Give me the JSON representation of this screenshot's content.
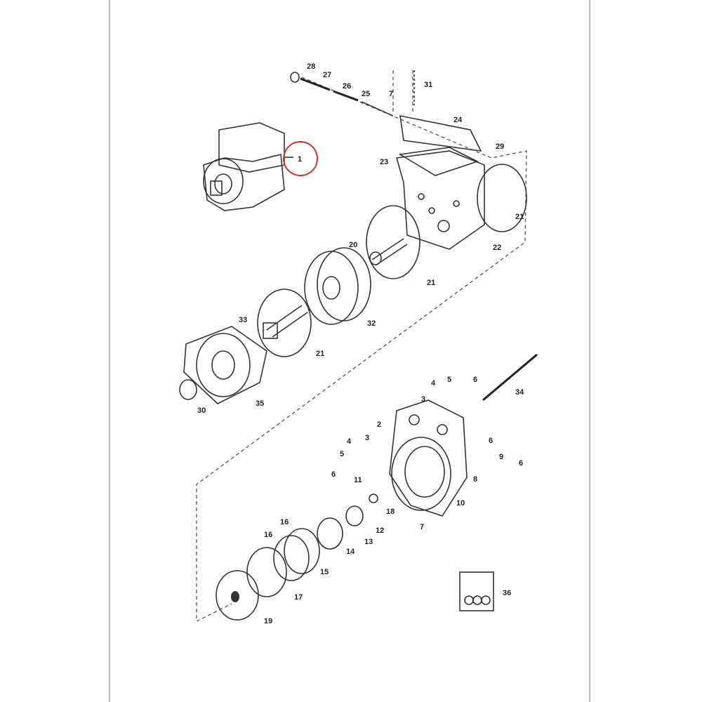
{
  "diagram": {
    "highlight_color": "#d0312d",
    "callouts": [
      {
        "id": "c28",
        "label": "28"
      },
      {
        "id": "c27",
        "label": "27"
      },
      {
        "id": "c26",
        "label": "26"
      },
      {
        "id": "c25",
        "label": "25"
      },
      {
        "id": "c7a",
        "label": "7"
      },
      {
        "id": "c31",
        "label": "31"
      },
      {
        "id": "c24",
        "label": "24"
      },
      {
        "id": "c1",
        "label": "1"
      },
      {
        "id": "c29",
        "label": "29"
      },
      {
        "id": "c23",
        "label": "23"
      },
      {
        "id": "c21a",
        "label": "21"
      },
      {
        "id": "c22",
        "label": "22"
      },
      {
        "id": "c20",
        "label": "20"
      },
      {
        "id": "c21b",
        "label": "21"
      },
      {
        "id": "c32",
        "label": "32"
      },
      {
        "id": "c33",
        "label": "33"
      },
      {
        "id": "c21c",
        "label": "21"
      },
      {
        "id": "c30",
        "label": "30"
      },
      {
        "id": "c35",
        "label": "35"
      },
      {
        "id": "c34",
        "label": "34"
      },
      {
        "id": "c4a",
        "label": "4"
      },
      {
        "id": "c5a",
        "label": "5"
      },
      {
        "id": "c6a",
        "label": "6"
      },
      {
        "id": "c3a",
        "label": "3"
      },
      {
        "id": "c2",
        "label": "2"
      },
      {
        "id": "c3b",
        "label": "3"
      },
      {
        "id": "c4b",
        "label": "4"
      },
      {
        "id": "c5b",
        "label": "5"
      },
      {
        "id": "c6b",
        "label": "6"
      },
      {
        "id": "c11",
        "label": "11"
      },
      {
        "id": "c6c",
        "label": "6"
      },
      {
        "id": "c9",
        "label": "9"
      },
      {
        "id": "c6d",
        "label": "6"
      },
      {
        "id": "c8",
        "label": "8"
      },
      {
        "id": "c10",
        "label": "10"
      },
      {
        "id": "c18",
        "label": "18"
      },
      {
        "id": "c7b",
        "label": "7"
      },
      {
        "id": "c12",
        "label": "12"
      },
      {
        "id": "c13",
        "label": "13"
      },
      {
        "id": "c14",
        "label": "14"
      },
      {
        "id": "c16a",
        "label": "16"
      },
      {
        "id": "c16b",
        "label": "16"
      },
      {
        "id": "c15",
        "label": "15"
      },
      {
        "id": "c17",
        "label": "17"
      },
      {
        "id": "c19",
        "label": "19"
      },
      {
        "id": "c36",
        "label": "36"
      }
    ]
  }
}
